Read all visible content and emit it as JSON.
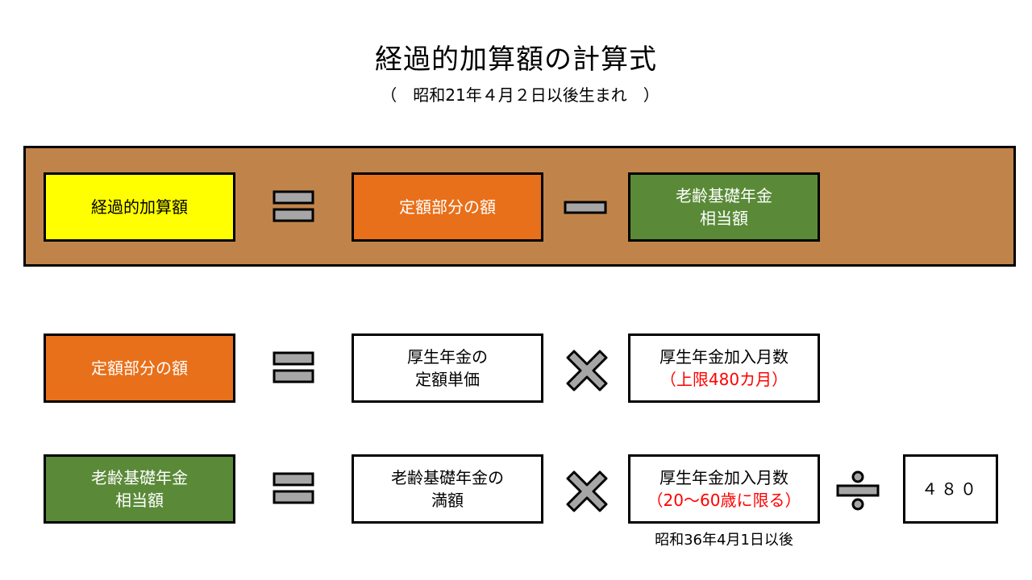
{
  "title": "経過的加算額の計算式",
  "subtitle": "（　昭和21年４月２日以後生まれ　）",
  "colors": {
    "band": "#c0844a",
    "yellow": "#ffff00",
    "orange": "#e8701a",
    "green": "#5a8a38",
    "operator_fill": "#a6a6a6",
    "highlight_text": "#ff0000"
  },
  "row1": {
    "result": "経過的加算額",
    "operand1": "定額部分の額",
    "operand2_line1": "老齢基礎年金",
    "operand2_line2": "相当額"
  },
  "row2": {
    "result": "定額部分の額",
    "operand1_line1": "厚生年金の",
    "operand1_line2": "定額単価",
    "operand2_line1": "厚生年金加入月数",
    "operand2_line2": "（上限480カ月）"
  },
  "row3": {
    "result_line1": "老齢基礎年金",
    "result_line2": "相当額",
    "operand1_line1": "老齢基礎年金の",
    "operand1_line2": "満額",
    "operand2_line1": "厚生年金加入月数",
    "operand2_line2": "（20～60歳に限る）",
    "divisor": "４８０",
    "note": "昭和36年4月1日以後"
  },
  "operators": {
    "equals": "equals-icon",
    "minus": "minus-icon",
    "times": "multiply-icon",
    "divide": "divide-icon"
  }
}
